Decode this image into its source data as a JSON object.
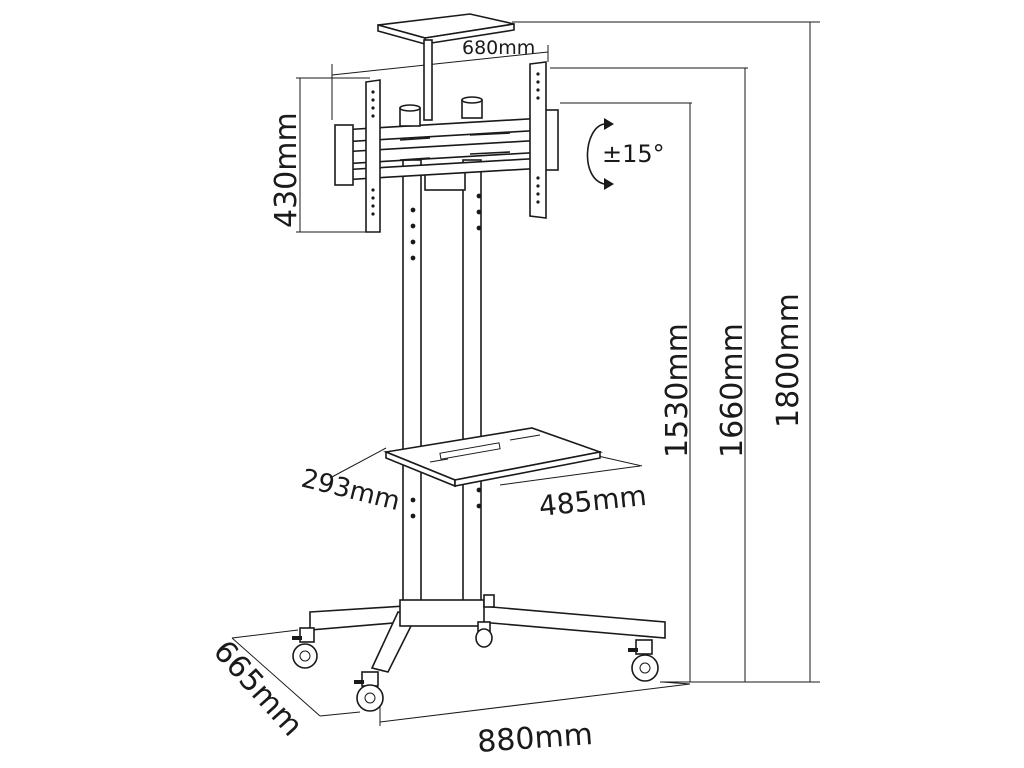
{
  "diagram": {
    "labels": {
      "top_width": "680mm",
      "mount_height": "430mm",
      "tilt": "±15°",
      "height_1530": "1530mm",
      "height_1660": "1660mm",
      "height_1800": "1800mm",
      "shelf_depth": "293mm",
      "shelf_width": "485mm",
      "base_depth": "665mm",
      "base_width": "880mm"
    }
  }
}
